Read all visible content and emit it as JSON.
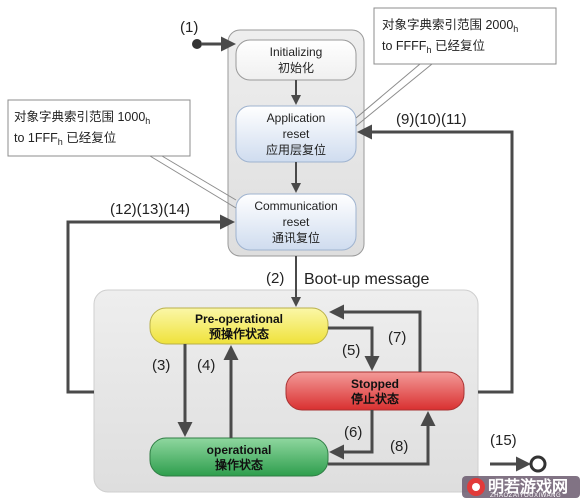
{
  "states": {
    "initializing": {
      "line1": "Initializing",
      "line2": "初始化"
    },
    "app_reset": {
      "line1": "Application",
      "line2": "reset",
      "line3": "应用层复位"
    },
    "comm_reset": {
      "line1": "Communication",
      "line2": "reset",
      "line3": "通讯复位"
    },
    "preop": {
      "line1": "Pre-operational",
      "line2": "预操作状态"
    },
    "stopped": {
      "line1": "Stopped",
      "line2": "停止状态"
    },
    "operational": {
      "line1": "operational",
      "line2": "操作状态"
    }
  },
  "notes": {
    "top_right": {
      "line1_main": "对象字典索引范围 2000",
      "line1_sub": "h",
      "line2_main": "to FFFF",
      "line2_sub": "h",
      "line2_end": " 已经复位"
    },
    "left": {
      "line1_main": "对象字典索引范围 1000",
      "line1_sub": "h",
      "line2_main": "to 1FFF",
      "line2_sub": "h",
      "line2_end": " 已经复位"
    }
  },
  "transitions": {
    "t1": "(1)",
    "t2": "(2)",
    "bootup": "Boot-up message",
    "t3": "(3)",
    "t4": "(4)",
    "t5": "(5)",
    "t6": "(6)",
    "t7": "(7)",
    "t8": "(8)",
    "t9_11": "(9)(10)(11)",
    "t12_14": "(12)(13)(14)",
    "t15": "(15)"
  },
  "watermark": {
    "text": "明若游戏网",
    "sub": "ZHAOZAIYOUXIWANG"
  },
  "colors": {
    "preop": "#f5ee5a",
    "stopped": "#e0403f",
    "operational": "#3cab5a",
    "state_white": "#ffffff",
    "state_blue": "#dbe6f4",
    "panel_top": "#e8e8e8",
    "panel_bottom": "#e3e3e3",
    "arrow": "#4a4a4a"
  }
}
